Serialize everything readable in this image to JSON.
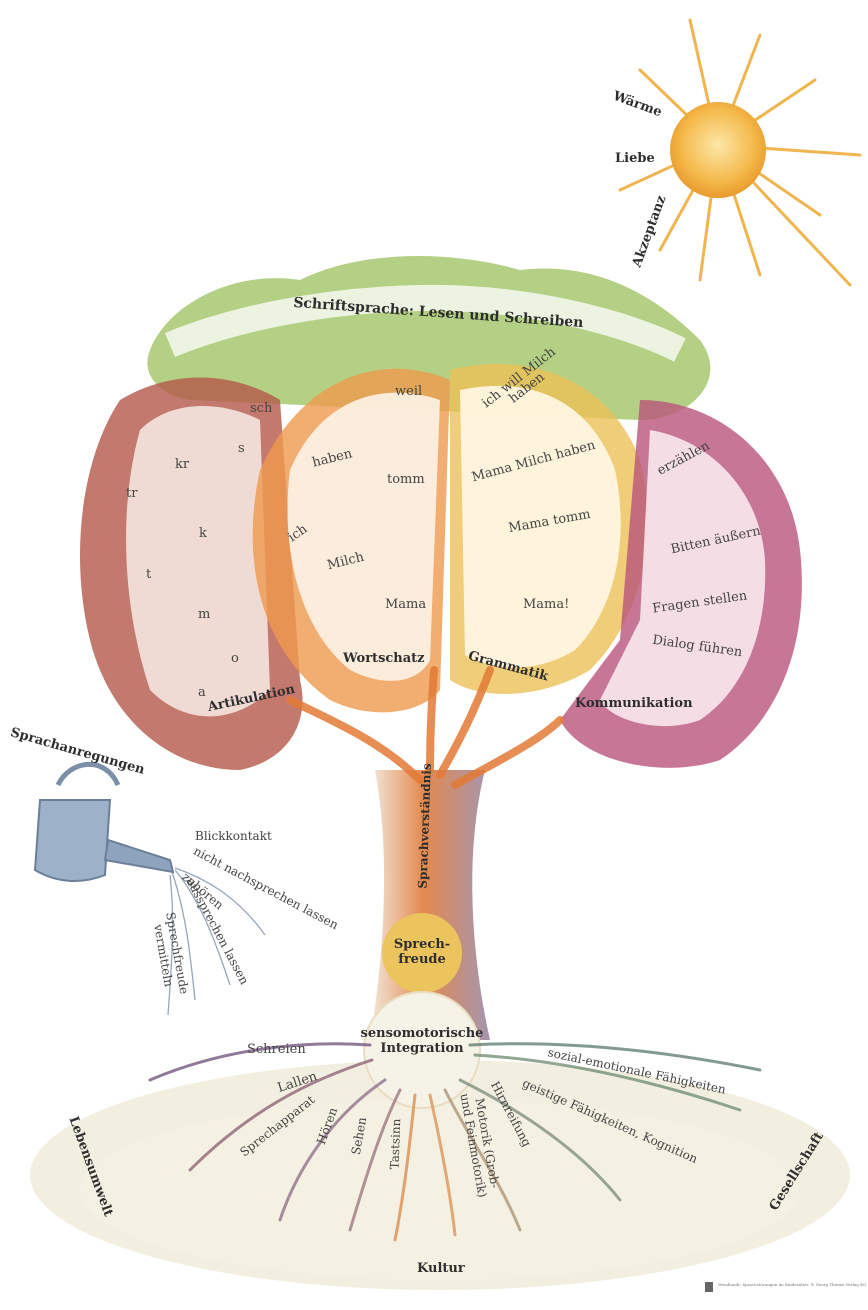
{
  "sun": {
    "words": [
      "Wärme",
      "Liebe",
      "Akzeptanz"
    ]
  },
  "canopy": {
    "top": "Schriftsprache: Lesen und Schreiben",
    "articulation": {
      "title": "Artikulation",
      "sounds": [
        "sch",
        "s",
        "kr",
        "tr",
        "k",
        "t",
        "m",
        "o",
        "a"
      ]
    },
    "vocabulary": {
      "title": "Wortschatz",
      "words": [
        "weil",
        "haben",
        "tomm",
        "ich",
        "Milch",
        "Mama"
      ]
    },
    "grammar": {
      "title": "Grammatik",
      "sentences": [
        "ich will Milch haben",
        "Mama Milch haben",
        "Mama tomm",
        "Mama!"
      ]
    },
    "communication": {
      "title": "Kommunikation",
      "items": [
        "erzählen",
        "Bitten äußern",
        "Fragen stellen",
        "Dialog führen"
      ]
    }
  },
  "trunk": {
    "label": "Sprachverständnis",
    "joy": "Sprech-\nfreude",
    "integration": "sensomotorische\nIntegration"
  },
  "watering": {
    "title": "Sprachanregungen",
    "items": [
      "Blickkontakt",
      "nicht nachsprechen lassen",
      "zuhören",
      "aussprechen lassen",
      "Sprechfreude\nvermitteln"
    ]
  },
  "roots": {
    "items": [
      "Schreien",
      "Lallen",
      "Sprechapparat",
      "Hören",
      "Sehen",
      "Tastsinn",
      "Motorik (Grob-\nund Feinmotorik)",
      "Hirnreifung",
      "sozial-emotionale Fähigkeiten",
      "geistige Fähigkeiten, Kognition"
    ]
  },
  "ground": {
    "left": "Lebensumwelt",
    "right": "Gesellschaft",
    "bottom": "Kultur"
  },
  "footer": "Wendlandt: Sprachstörungen im Kindesalter. © Georg Thieme Verlag KG",
  "colors": {
    "sun": "#f3b54a",
    "green": "#8bb35a",
    "articulation": "#a8523e",
    "vocabulary": "#e58a3c",
    "grammar": "#e2b240",
    "communication": "#b04d6c",
    "trunk": "#d87a3a",
    "joy": "#e9c05a",
    "root": "#7a6a8a",
    "ground": "#eee9d3"
  }
}
